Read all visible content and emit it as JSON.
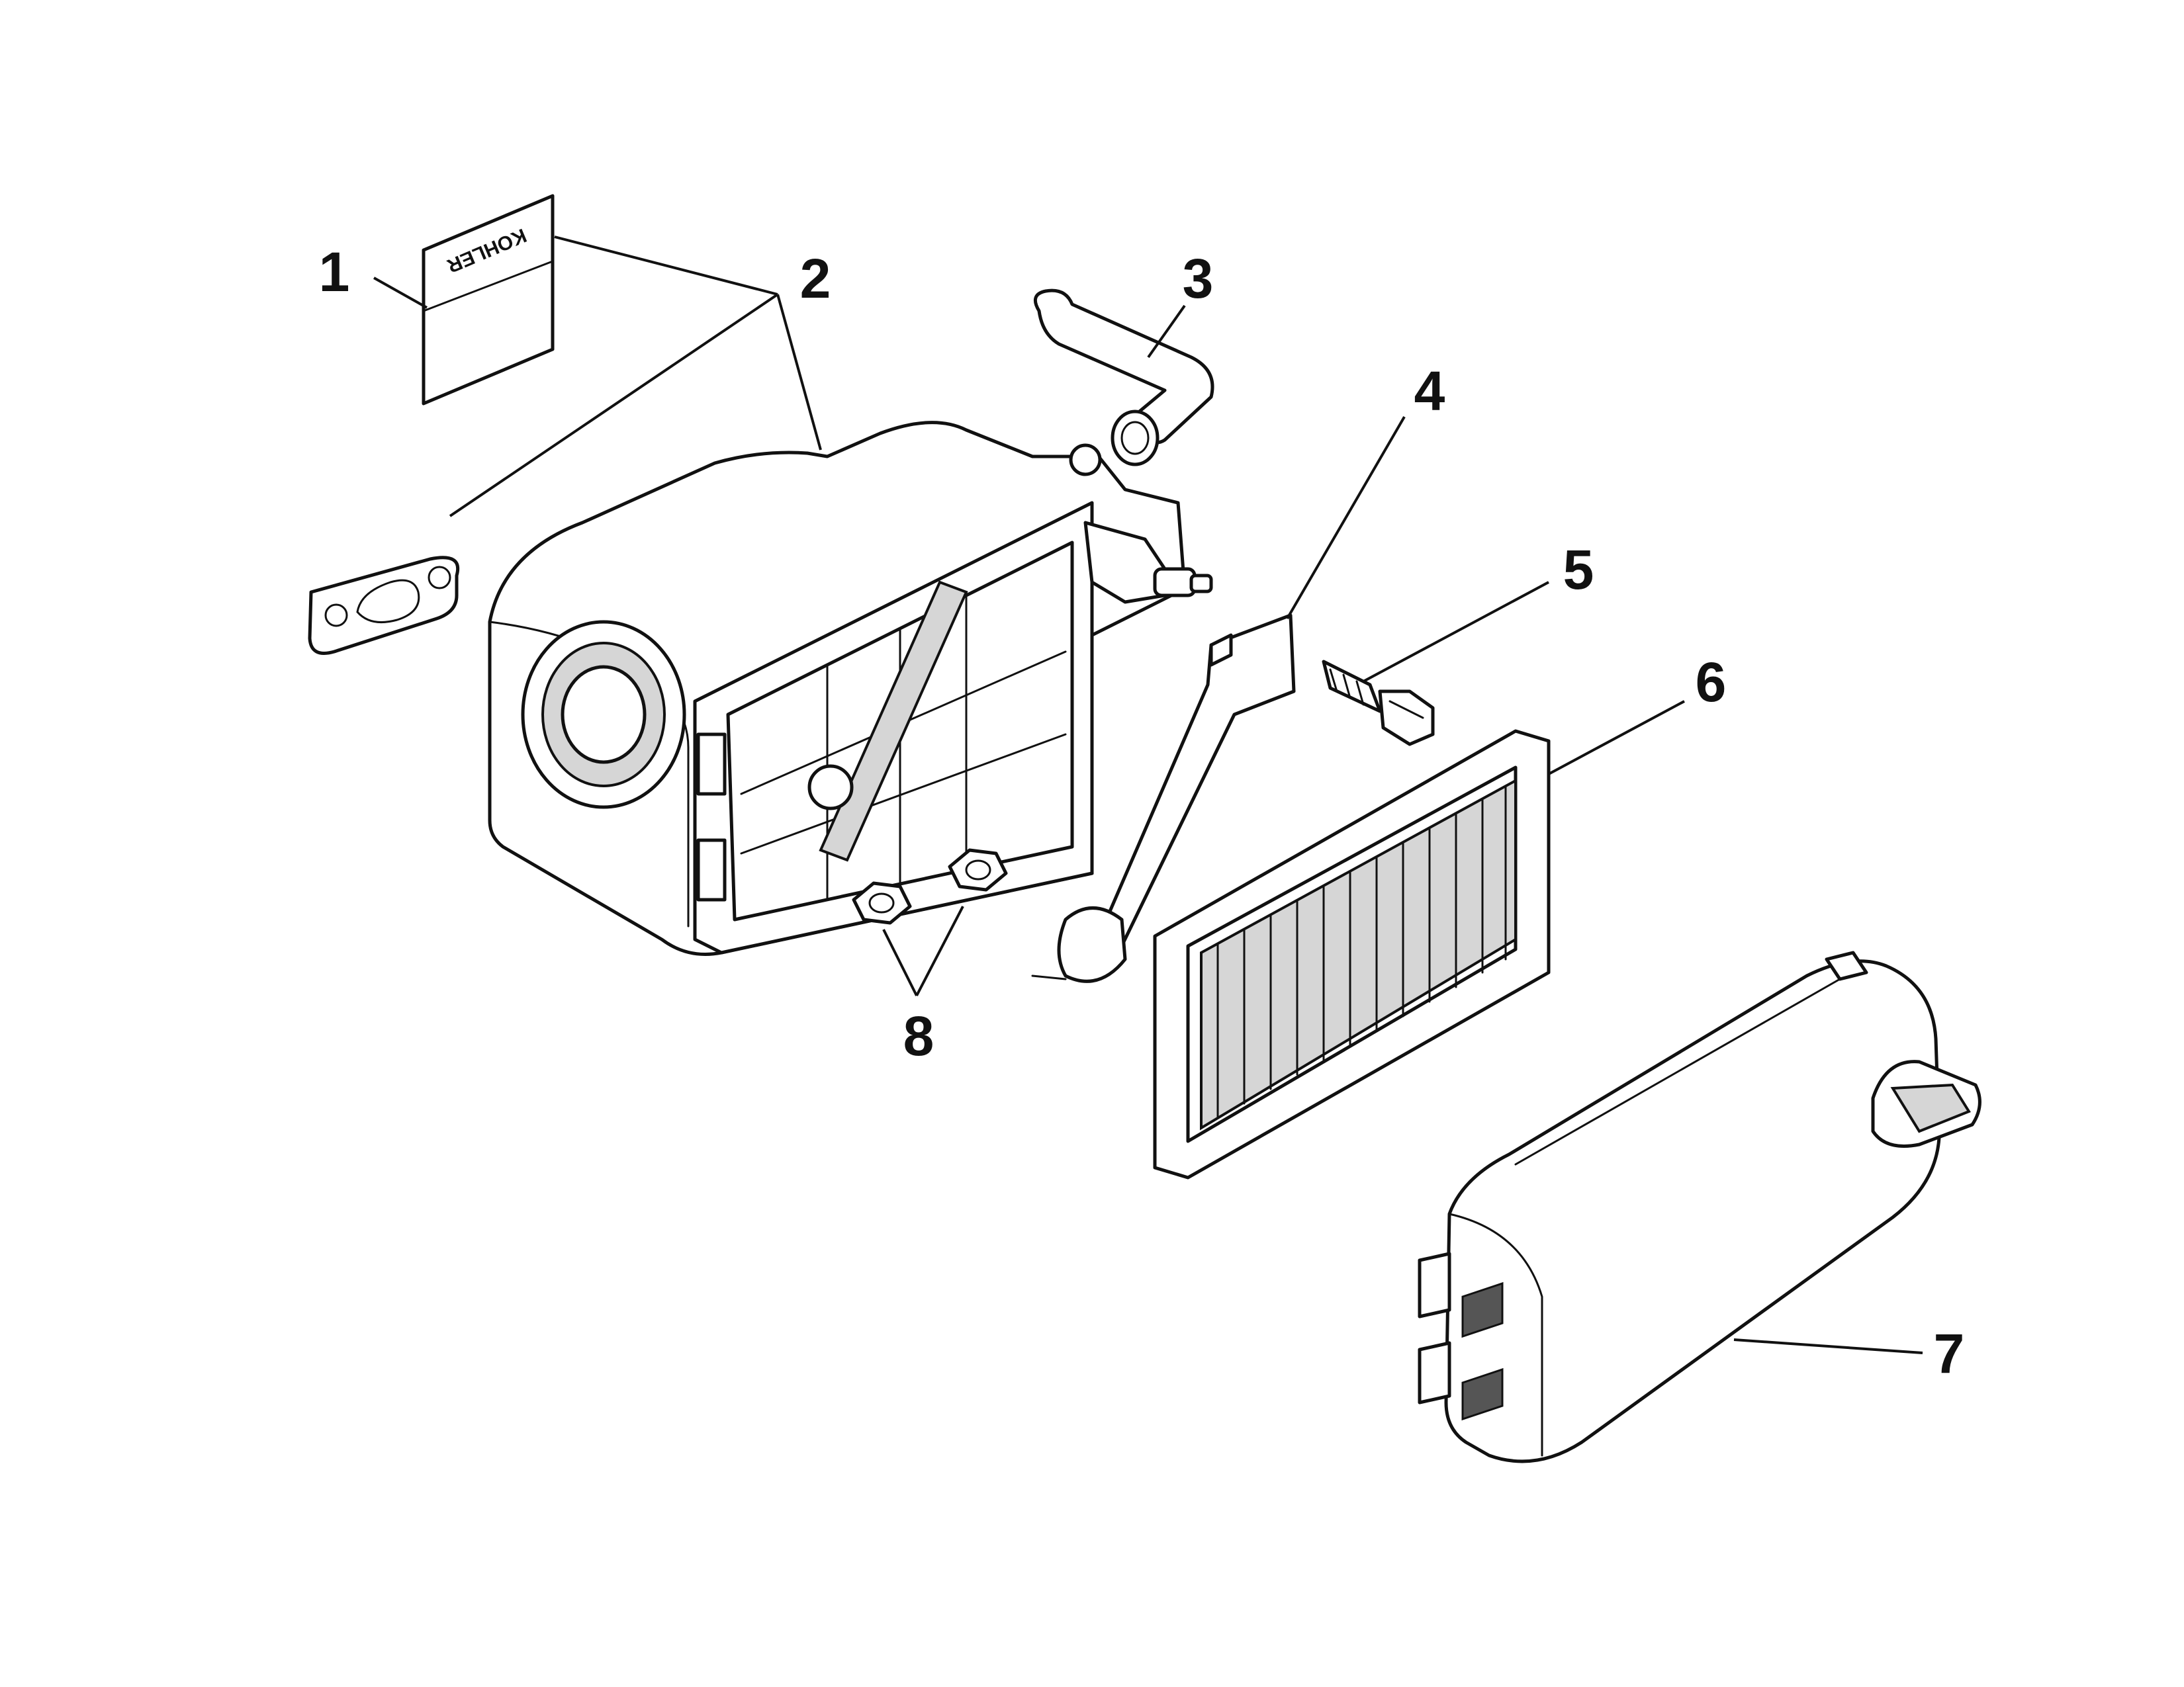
{
  "diagram": {
    "decal_logo_text": "KOHLER",
    "callouts": [
      {
        "id": "1",
        "label": "1"
      },
      {
        "id": "2",
        "label": "2"
      },
      {
        "id": "3",
        "label": "3"
      },
      {
        "id": "4",
        "label": "4"
      },
      {
        "id": "5",
        "label": "5"
      },
      {
        "id": "6",
        "label": "6"
      },
      {
        "id": "7",
        "label": "7"
      },
      {
        "id": "8",
        "label": "8"
      }
    ]
  }
}
